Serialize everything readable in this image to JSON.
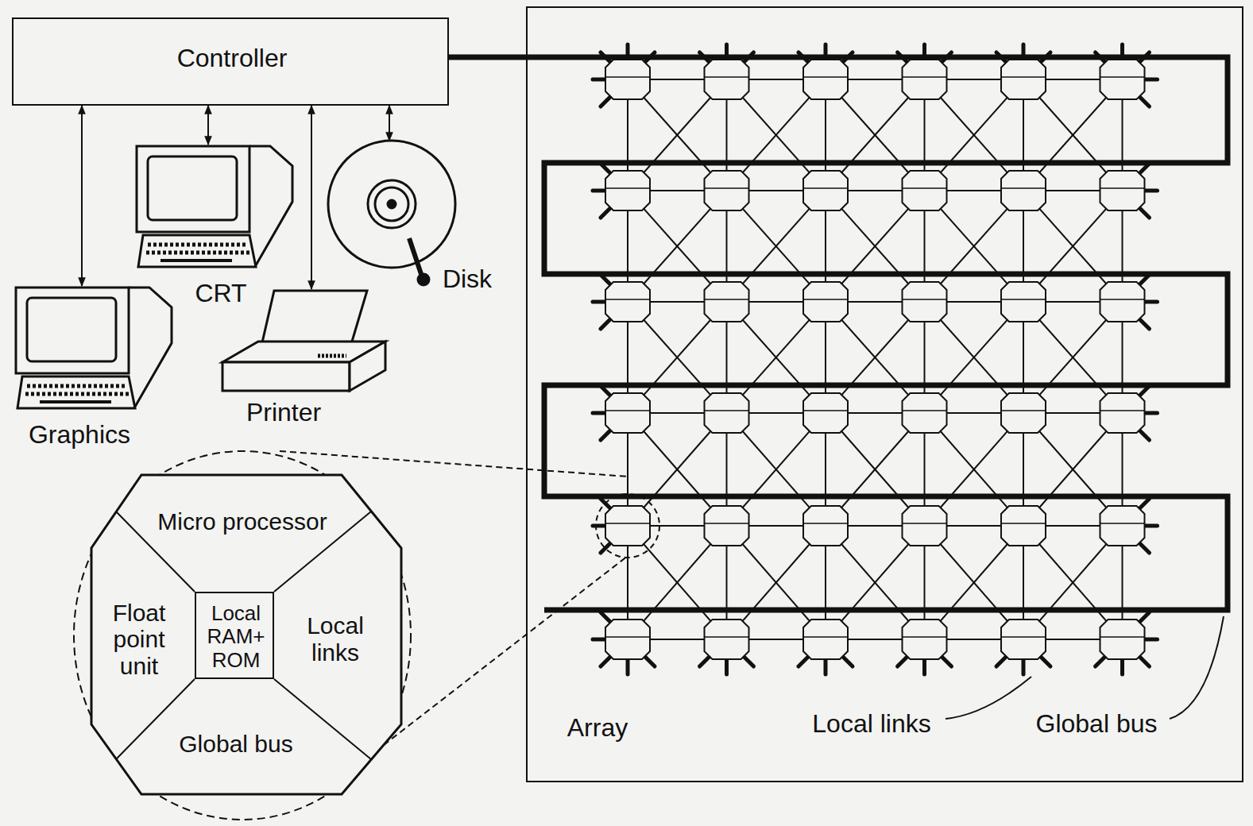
{
  "diagram": {
    "nodes": [
      {
        "text": [
          "Controller"
        ]
      },
      {
        "text": [
          "Graphics"
        ]
      },
      {
        "text": [
          "CRT"
        ]
      },
      {
        "text": [
          "Printer"
        ]
      },
      {
        "text": [
          "Disk"
        ]
      },
      {
        "text": [
          "Micro processor",
          "Float point unit",
          "Local links",
          "Global bus"
        ]
      },
      {
        "text": [
          "Local RAM+ ROM"
        ],
        "in": 5
      },
      {
        "text": [
          "Array"
        ]
      }
    ],
    "edges": [
      {
        "from": 0,
        "to": 1,
        "arrow": "both"
      },
      {
        "from": 0,
        "to": 2,
        "arrow": "both"
      },
      {
        "from": 0,
        "to": 3,
        "arrow": "both"
      },
      {
        "from": 0,
        "to": 4,
        "arrow": "both"
      },
      {
        "from": 0,
        "to": 7,
        "arrow": "none"
      }
    ],
    "labels": [
      "Local links",
      "Global bus"
    ]
  }
}
